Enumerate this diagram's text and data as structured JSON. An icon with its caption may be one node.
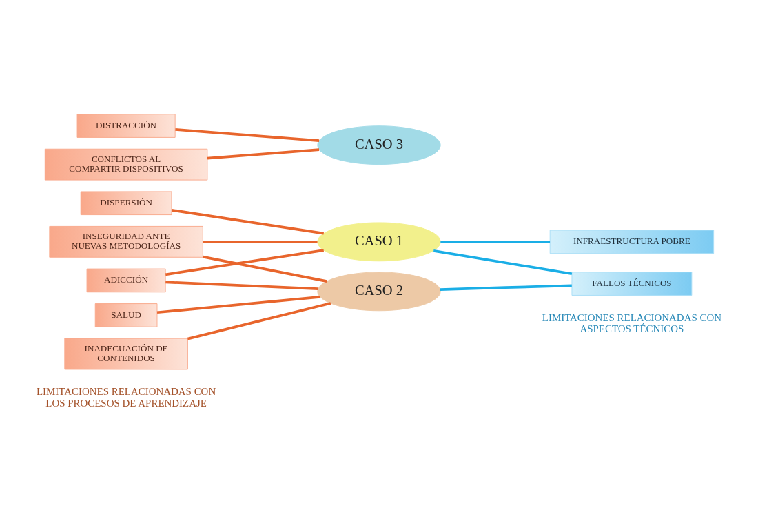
{
  "diagram": {
    "nodes": [
      {
        "text": [
          "DISPERSIÓN"
        ]
      },
      {
        "text": [
          "ADICCIÓN"
        ]
      },
      {
        "text": [
          "INSEGURIDAD ANTE NUEVAS METODOLOGÍAS"
        ]
      },
      {
        "text": [
          "INADECUACIÓN DE CONTENIDOS"
        ]
      },
      {
        "text": [
          "SALUD"
        ]
      },
      {
        "text": [
          "DISTRACCIÓN"
        ]
      },
      {
        "text": [
          "CONFLICTOS AL COMPARTIR DISPOSITIVOS"
        ]
      },
      {
        "text": [
          "CASO 1"
        ]
      },
      {
        "text": [
          "CASO 2"
        ]
      },
      {
        "text": [
          "CASO 3"
        ]
      },
      {
        "text": [
          "INFRAESTRUCTURA POBRE"
        ]
      },
      {
        "text": [
          "FALLOS TÉCNICOS"
        ]
      }
    ],
    "edges": [
      {
        "from": 0,
        "to": 7,
        "arrow": "none"
      },
      {
        "from": 1,
        "to": 7,
        "arrow": "none"
      },
      {
        "from": 1,
        "to": 8,
        "arrow": "none"
      },
      {
        "from": 2,
        "to": 7,
        "arrow": "none"
      },
      {
        "from": 2,
        "to": 8,
        "arrow": "none"
      },
      {
        "from": 3,
        "to": 8,
        "arrow": "none"
      },
      {
        "from": 4,
        "to": 8,
        "arrow": "none"
      },
      {
        "from": 5,
        "to": 9,
        "arrow": "none"
      },
      {
        "from": 6,
        "to": 9,
        "arrow": "none"
      },
      {
        "from": 7,
        "to": 10,
        "arrow": "none",
        "color": "#1aaee6"
      },
      {
        "from": 7,
        "to": 11,
        "arrow": "none",
        "color": "#1aaee6"
      },
      {
        "from": 8,
        "to": 11,
        "arrow": "none",
        "color": "#1aaee6"
      }
    ],
    "labels": [
      "LIMITACIONES RELACIONADAS CON LOS PROCESOS DE APRENDIZAJE",
      "LIMITACIONES RELACIONADAS CON ASPECTOS TÉCNICOS"
    ]
  }
}
